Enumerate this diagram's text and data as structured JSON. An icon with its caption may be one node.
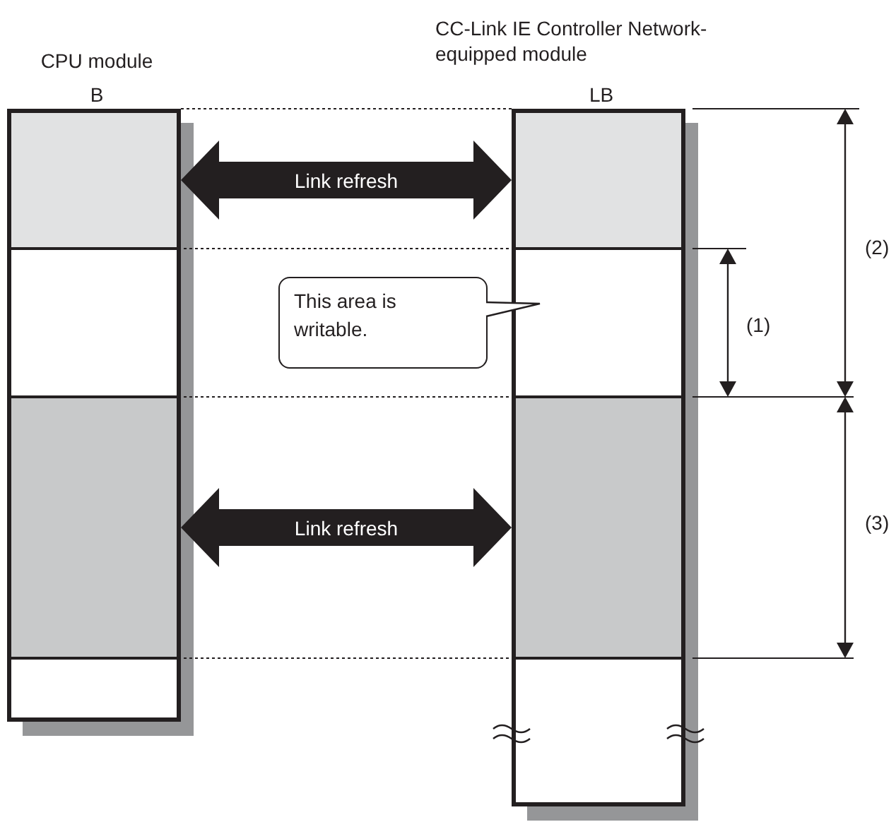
{
  "diagram": {
    "nodes": [
      {
        "text": [
          "CPU module",
          "B"
        ]
      },
      {
        "text": [],
        "shape": "box",
        "in": 0
      },
      {
        "text": [],
        "shape": "box",
        "in": 0
      },
      {
        "text": [],
        "shape": "box",
        "in": 0
      },
      {
        "text": [],
        "shape": "box",
        "in": 0
      },
      {
        "text": [
          "CC-Link IE Controller Network-equipped module",
          "LB"
        ]
      },
      {
        "text": [],
        "shape": "box",
        "in": 5
      },
      {
        "text": [],
        "shape": "box",
        "in": 5
      },
      {
        "text": [],
        "shape": "box",
        "in": 5
      },
      {
        "text": [],
        "shape": "box",
        "in": 5
      },
      {
        "text": [
          "This area is writable."
        ]
      }
    ],
    "edges": [
      {
        "from": 1,
        "to": 6,
        "arrow": "both",
        "label": "Link refresh"
      },
      {
        "from": 3,
        "to": 8,
        "arrow": "both",
        "label": "Link refresh"
      },
      {
        "from": 10,
        "to": 7,
        "arrow": "none"
      }
    ],
    "labels": [
      "(2)",
      "(1)",
      "(3)"
    ]
  }
}
